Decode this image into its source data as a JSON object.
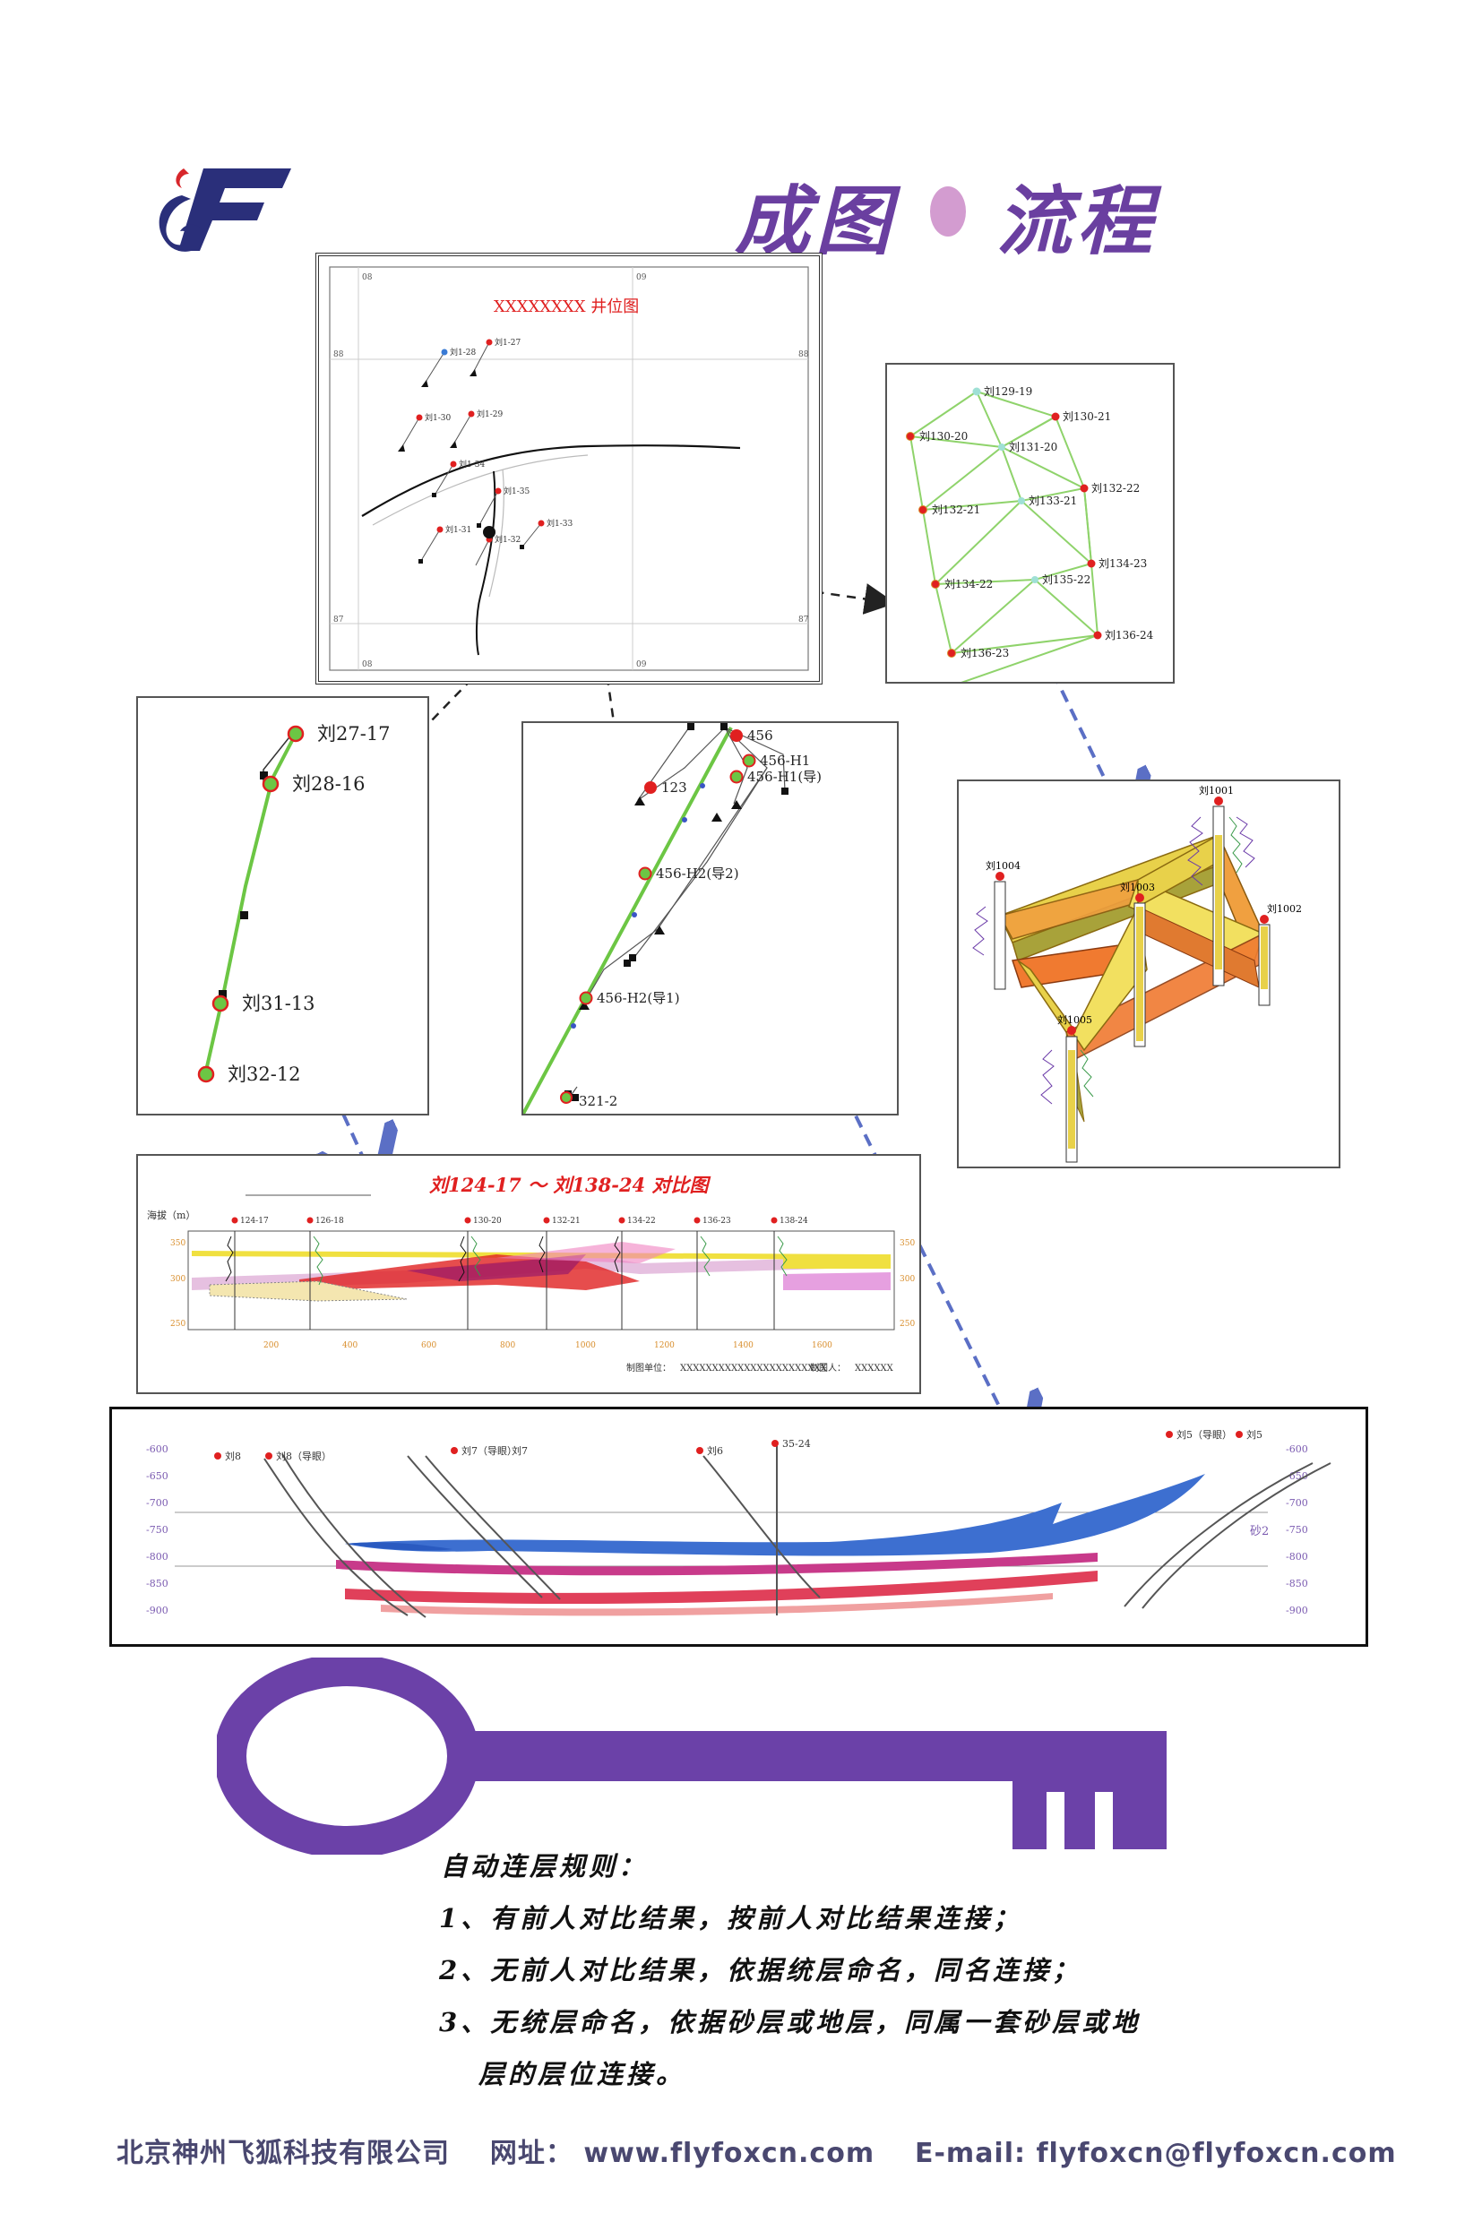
{
  "header": {
    "title_part1": "成图",
    "title_part2": "流程"
  },
  "well_map": {
    "title": "XXXXXXXX 井位图",
    "grid_labels": [
      "08",
      "09",
      "88",
      "87"
    ],
    "wells": [
      "刘1-27",
      "刘1-28",
      "刘1-29",
      "刘1-30",
      "刘1-34",
      "刘1-35",
      "刘1-31",
      "刘1-32",
      "刘1-33"
    ]
  },
  "grid_network": {
    "wells": [
      "刘129-19",
      "刘130-21",
      "刘130-20",
      "刘131-20",
      "刘132-22",
      "刘132-21",
      "刘133-21",
      "刘134-23",
      "刘134-22",
      "刘135-22",
      "刘136-24",
      "刘136-23"
    ]
  },
  "section_a": {
    "wells": [
      "刘27-17",
      "刘28-16",
      "刘31-13",
      "刘32-12"
    ]
  },
  "section_b": {
    "wells": [
      "456",
      "456-H1",
      "456-H1(导)",
      "123",
      "456-H2(导2)",
      "456-H2(导1)",
      "321-2"
    ]
  },
  "fence_3d": {
    "wells": [
      "刘1001",
      "刘1004",
      "刘1003",
      "刘1002",
      "刘1005"
    ]
  },
  "correlation": {
    "title": "刘124-17 ～ 刘138-24 对比图",
    "depth_label": "海拔（m）",
    "wells": [
      "124-17",
      "126-18",
      "130-20",
      "132-21",
      "134-22",
      "136-23",
      "138-24"
    ],
    "y_ticks": [
      "350",
      "300",
      "250"
    ],
    "x_ticks": [
      "200",
      "400",
      "600",
      "800",
      "1000",
      "1200",
      "1400",
      "1600"
    ],
    "footer_unit_label": "制图单位：",
    "footer_unit_value": "XXXXXXXXXXXXXXXXXXXXXXX",
    "footer_maker_label": "制图人：",
    "footer_maker_value": "XXXXXX"
  },
  "wide_section": {
    "depth_ticks": [
      "-600",
      "-650",
      "-700",
      "-750",
      "-800",
      "-850",
      "-900"
    ],
    "wells": [
      "刘8",
      "刘8（导眼）",
      "刘7（导眼）",
      "刘7",
      "刘6",
      "35-24",
      "刘5（导眼）",
      "刘5"
    ],
    "right_label": "砂2"
  },
  "rules": {
    "heading": "自动连层规则：",
    "items": [
      "1、有前人对比结果，按前人对比结果连接；",
      "2、无前人对比结果，依据统层命名，同名连接；",
      "3、无统层命名，依据砂层或地层，同属一套砂层或地",
      "层的层位连接。"
    ]
  },
  "footer": {
    "company": "北京神州飞狐科技有限公司",
    "site_label": "网址：",
    "site": "www.flyfoxcn.com",
    "email_label": "E-mail:",
    "email": "flyfoxcn@flyfoxcn.com"
  },
  "colors": {
    "accent_purple": "#6a3fa0",
    "dot_pink": "#d39cd0",
    "key_purple": "#6b41a8",
    "logo_navy": "#2a2f7a",
    "logo_red": "#d7262b",
    "green_line": "#6cc644",
    "well_red": "#e02020",
    "arrow_blue": "#5b6fc5"
  }
}
